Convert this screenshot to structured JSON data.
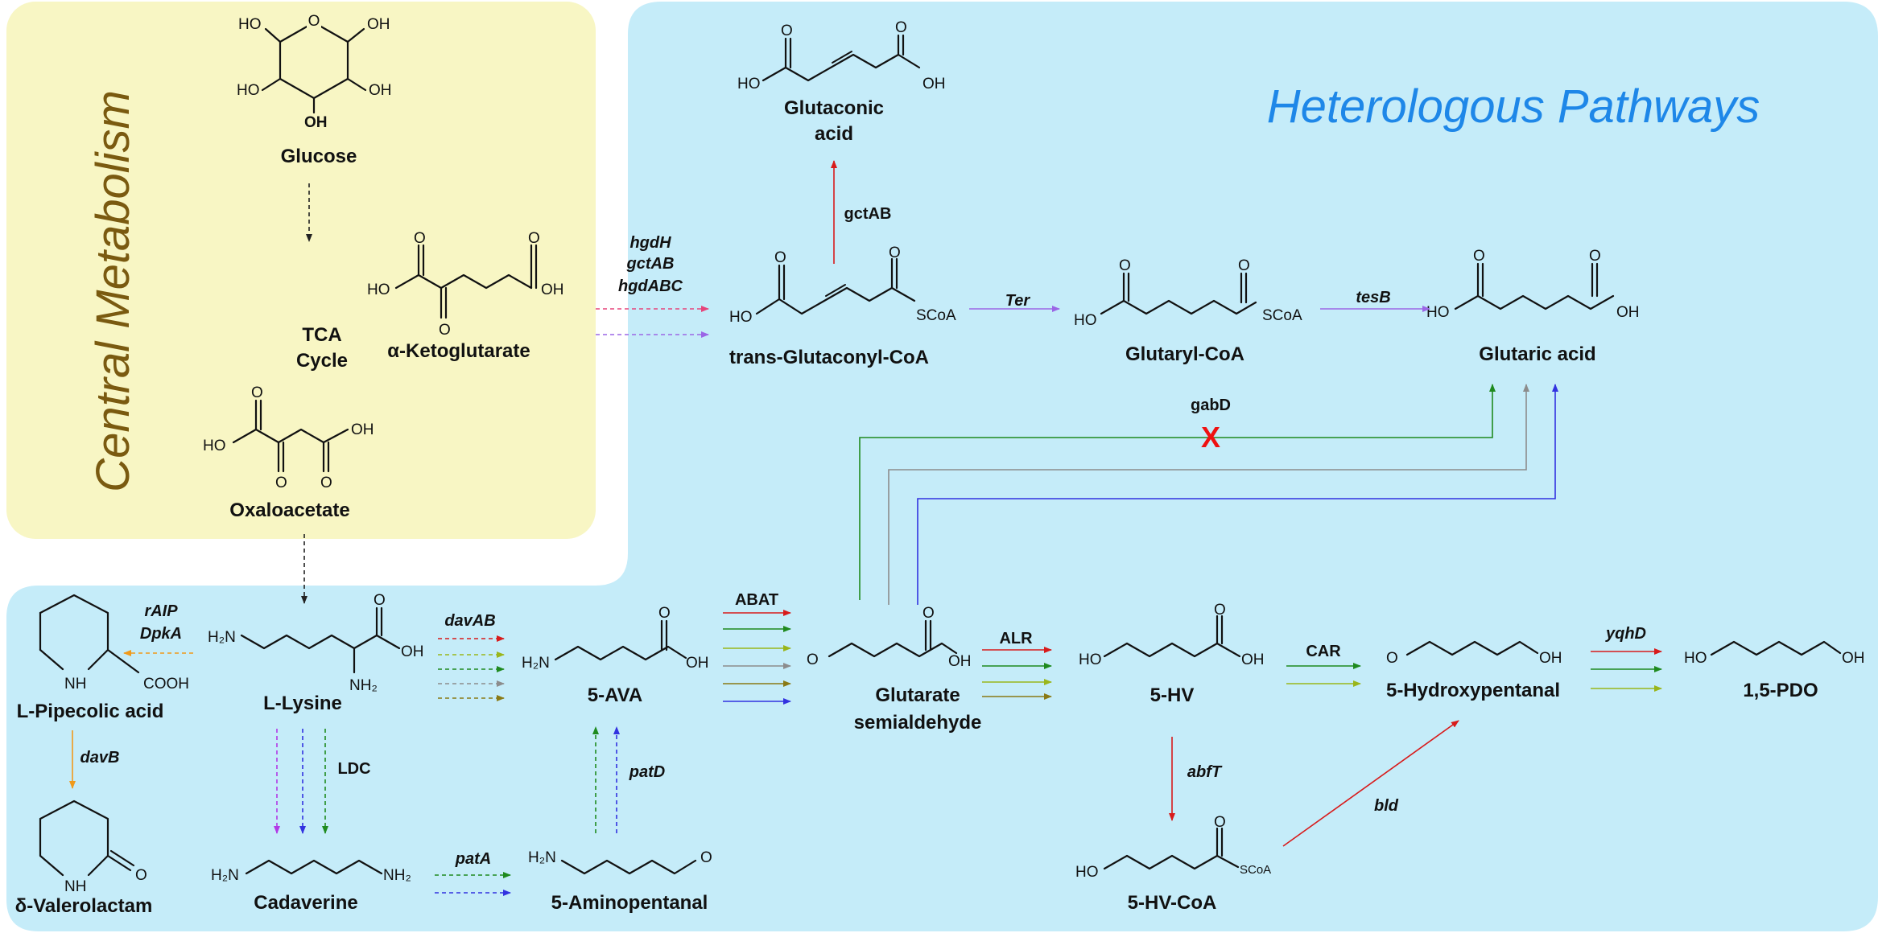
{
  "regions": {
    "central_title": "Central Metabolism",
    "heterologous_title": "Heterologous Pathways"
  },
  "compounds": {
    "glucose": "Glucose",
    "tca_line1": "TCA",
    "tca_line2": "Cycle",
    "akg": "α-Ketoglutarate",
    "oxaloacetate": "Oxaloacetate",
    "glutaconic_line1": "Glutaconic",
    "glutaconic_line2": "acid",
    "glutaconyl_coa": "trans-Glutaconyl-CoA",
    "glutaryl_coa": "Glutaryl-CoA",
    "glutaric_acid": "Glutaric acid",
    "l_lysine": "L-Lysine",
    "l_pipecolic": "L-Pipecolic acid",
    "valerolactam": "δ-Valerolactam",
    "ava": "5-AVA",
    "gsa_line1": "Glutarate",
    "gsa_line2": "semialdehyde",
    "hv": "5-HV",
    "hydroxypentanal": "5-Hydroxypentanal",
    "pdo": "1,5-PDO",
    "cadaverine": "Cadaverine",
    "aminopentanal": "5-Aminopentanal",
    "hv_coa": "5-HV-CoA"
  },
  "enzymes": {
    "hgdH": "hgdH",
    "gctAB_it": "gctAB",
    "hgdABC": "hgdABC",
    "gctAB": "gctAB",
    "ter": "Ter",
    "tesB": "tesB",
    "gabD": "gabD",
    "rAIP": "rAIP",
    "DpkA": "DpkA",
    "davAB": "davAB",
    "davB": "davB",
    "abat": "ABAT",
    "alr": "ALR",
    "car": "CAR",
    "yqhD": "yqhD",
    "ldc": "LDC",
    "patA": "patA",
    "patD": "patD",
    "abfT": "abfT",
    "bld": "bld"
  },
  "marks": {
    "blocked": "X"
  },
  "atoms": {
    "OH": "OH",
    "HO": "HO",
    "O": "O",
    "NH2": "NH₂",
    "H2N": "H₂N",
    "NH": "NH",
    "SCoA": "SCoA",
    "COOH": "COOH"
  },
  "colors": {
    "central_bg": "#f8f6c4",
    "heterologous_bg": "#c5ecf9",
    "central_title": "#7a5a10",
    "heterologous_title": "#1e87e8",
    "red": "#d81b1b",
    "green": "#1f8a1f",
    "yellowgreen": "#9ab61b",
    "gray": "#8c8c8c",
    "olive": "#8a7a16",
    "blue": "#3232e0",
    "purple": "#b23ae6",
    "pink": "#e6447a",
    "violet": "#9b66e6",
    "orange": "#f09a1b",
    "black": "#222222",
    "gabd_x": "#ee1111"
  }
}
